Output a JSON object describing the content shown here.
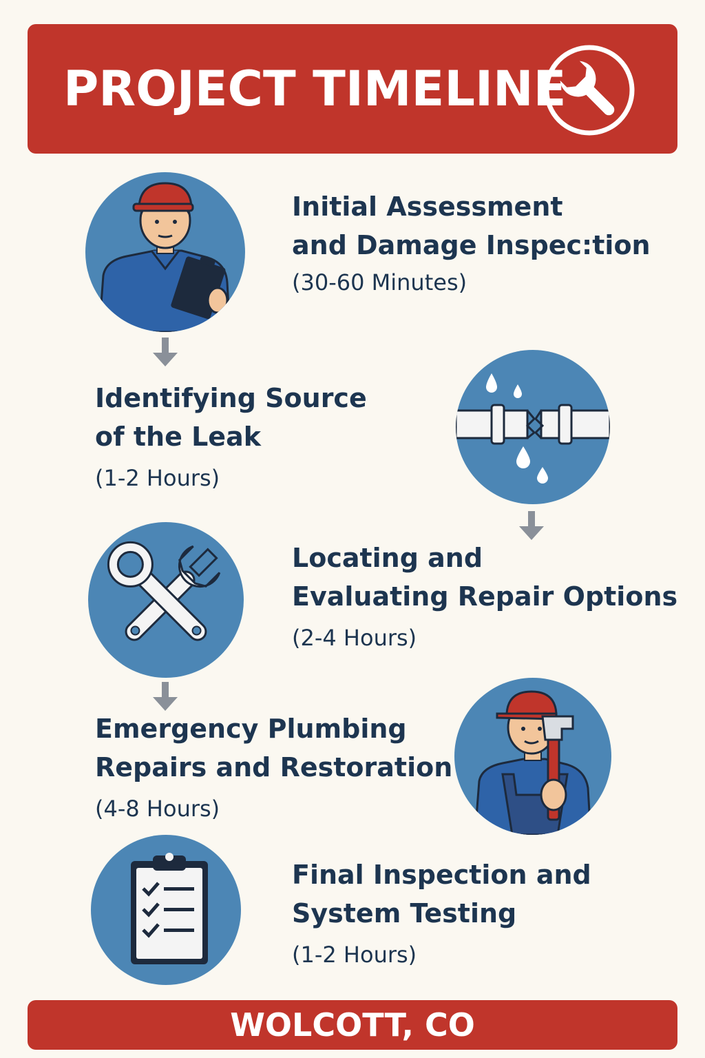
{
  "header": {
    "title": "PROJECT TIMELINE",
    "icon": "wrench-icon"
  },
  "steps": [
    {
      "title": "Initial Assessment\nand Damage Inspec:tion",
      "duration": "(30-60 Minutes)",
      "icon": "inspector-clipboard-icon"
    },
    {
      "title": "Identifying Source\nof the Leak",
      "duration": "(1-2 Hours)",
      "icon": "leaking-pipe-icon"
    },
    {
      "title": "Locating and\nEvaluating Repair Options",
      "duration": "(2-4 Hours)",
      "icon": "crossed-wrenches-icon"
    },
    {
      "title": "Emergency Plumbing\nRepairs and Restoration",
      "duration": "(4-8 Hours)",
      "icon": "plumber-pipe-wrench-icon"
    },
    {
      "title": "Final Inspection and\nSystem Testing",
      "duration": "(1-2 Hours)",
      "icon": "checklist-clipboard-icon"
    }
  ],
  "footer": {
    "location": "WOLCOTT, CO"
  },
  "colors": {
    "header_red": "#c0352b",
    "circle_blue": "#4c86b5",
    "text_navy": "#1d3550",
    "background": "#fbf8f1",
    "arrow_gray": "#8a9099"
  }
}
